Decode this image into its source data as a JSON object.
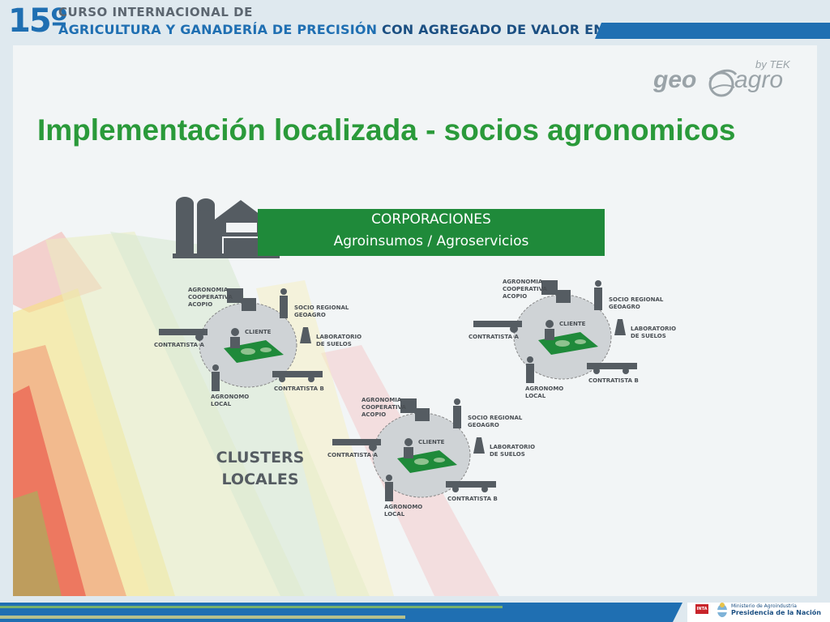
{
  "header": {
    "number": "15º",
    "line1": "CURSO INTERNACIONAL DE",
    "line2_part1": "AGRICULTURA Y GANADERÍA DE PRECISIÓN",
    "line2_part2": "CON AGREGADO DE VALOR EN ORIGEN"
  },
  "logo": {
    "part1": "geo",
    "part2": "agro",
    "byline": "by TEK"
  },
  "title": "Implementación localizada - socios agronomicos",
  "corporaciones": {
    "line1": "CORPORACIONES",
    "line2": "Agroinsumos / Agroservicios"
  },
  "cluster_labels": {
    "agronomia": "AGRONOMIA\nCOOPERATIVA\nACOPIO",
    "socio": "SOCIO REGIONAL\nGEOAGRO",
    "laboratorio": "LABORATORIO\nDE SUELOS",
    "contratista_a": "CONTRATISTA A",
    "contratista_b": "CONTRATISTA B",
    "agronomo": "AGRONOMO\nLOCAL",
    "cliente": "CLIENTE"
  },
  "clusters_locales": {
    "line1": "CLUSTERS",
    "line2": "LOCALES"
  },
  "footer": {
    "inta": "INTA",
    "ministerio": "Ministerio de Agroindustria",
    "presidencia": "Presidencia de la Nación"
  },
  "colors": {
    "blue": "#1f6fb2",
    "green": "#1f8a3a",
    "title_green": "#2a9a3a",
    "gray": "#555c62"
  }
}
